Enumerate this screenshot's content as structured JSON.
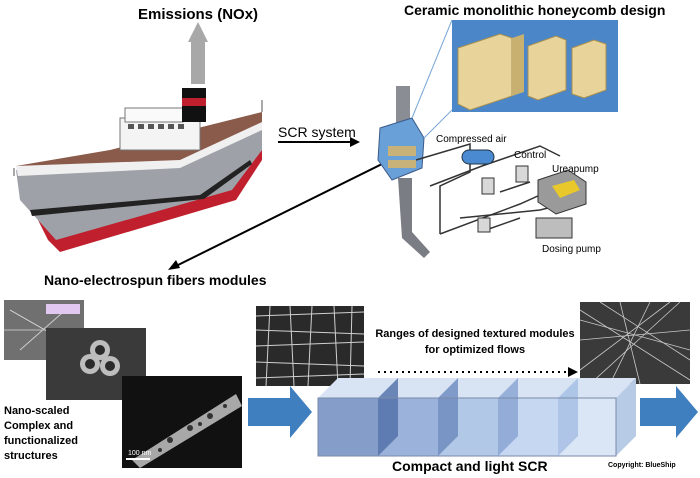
{
  "labels": {
    "emissions": "Emissions (NOx)",
    "ceramic": "Ceramic monolithic honeycomb design",
    "scr_system": "SCR system",
    "compressed_air": "Compressed air",
    "control": "Control",
    "urea_pump": "Ureapump",
    "dosing_pump": "Dosing pump",
    "nano_modules": "Nano-electrospun fibers modules",
    "nano_scaled_1": "Nano-scaled",
    "nano_scaled_2": "Complex and",
    "nano_scaled_3": "functionalized",
    "nano_scaled_4": "structures",
    "scale_bar": "100 nm",
    "ranges_1": "Ranges of designed textured modules",
    "ranges_2": "for optimized flows",
    "compact": "Compact and light SCR",
    "copyright": "Copyright: BlueShip"
  },
  "colors": {
    "arrow_blue": "#3f7fbf",
    "grey_arrow": "#a8a8a8",
    "hull_red": "#c0202e",
    "ceramic": "#e8d49a",
    "module_blue": "#8aa6d6"
  }
}
